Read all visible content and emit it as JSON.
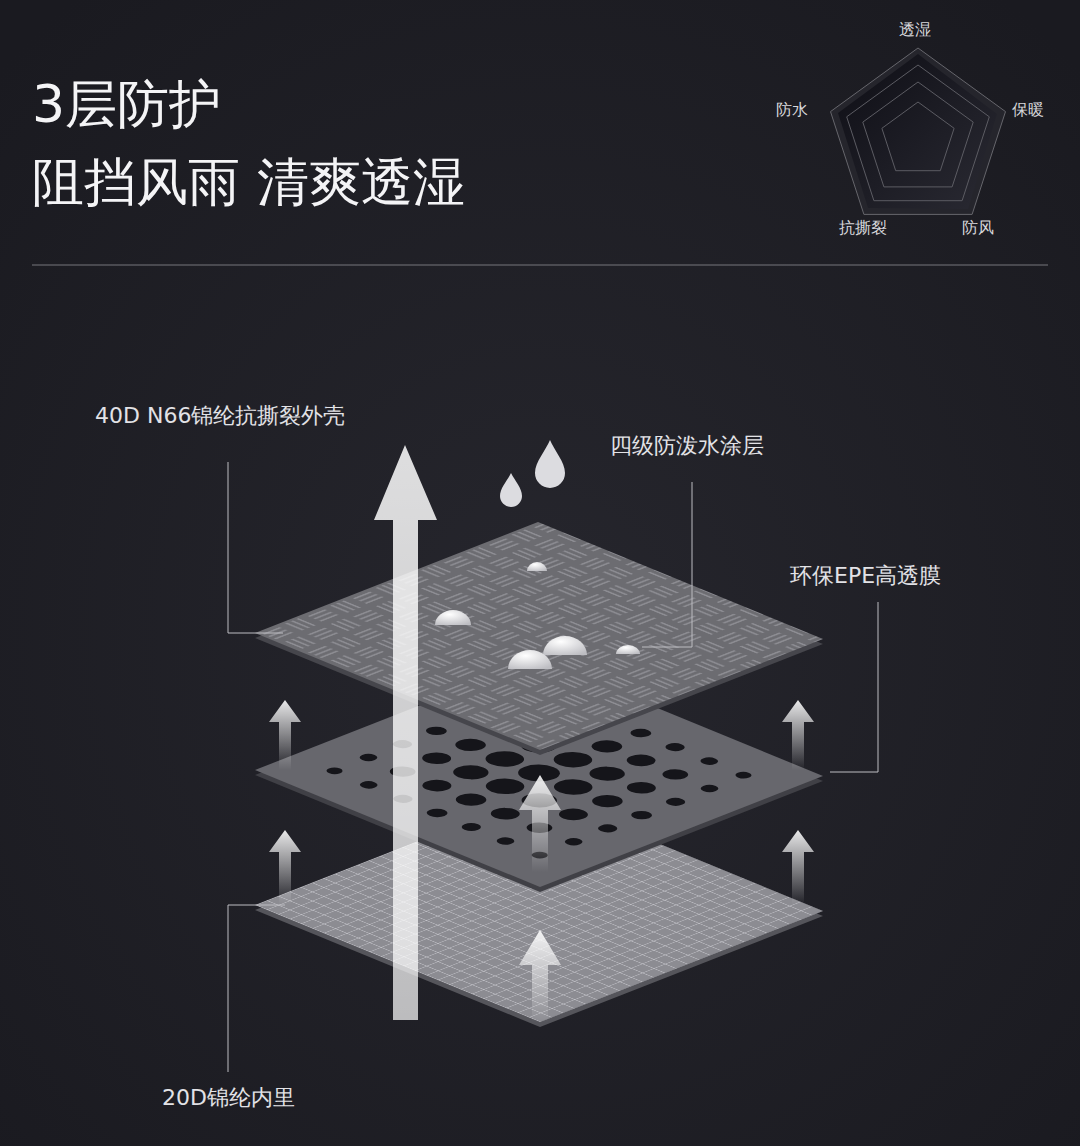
{
  "diagram": {
    "title": "3层防护",
    "labels": [
      "阻挡风雨 清爽透湿",
      "透湿",
      "保暖",
      "防风",
      "抗撕裂",
      "防水",
      "40D N66锦纶抗撕裂外壳",
      "四级防泼水涂层",
      "环保EPE高透膜",
      "20D锦纶内里"
    ]
  }
}
